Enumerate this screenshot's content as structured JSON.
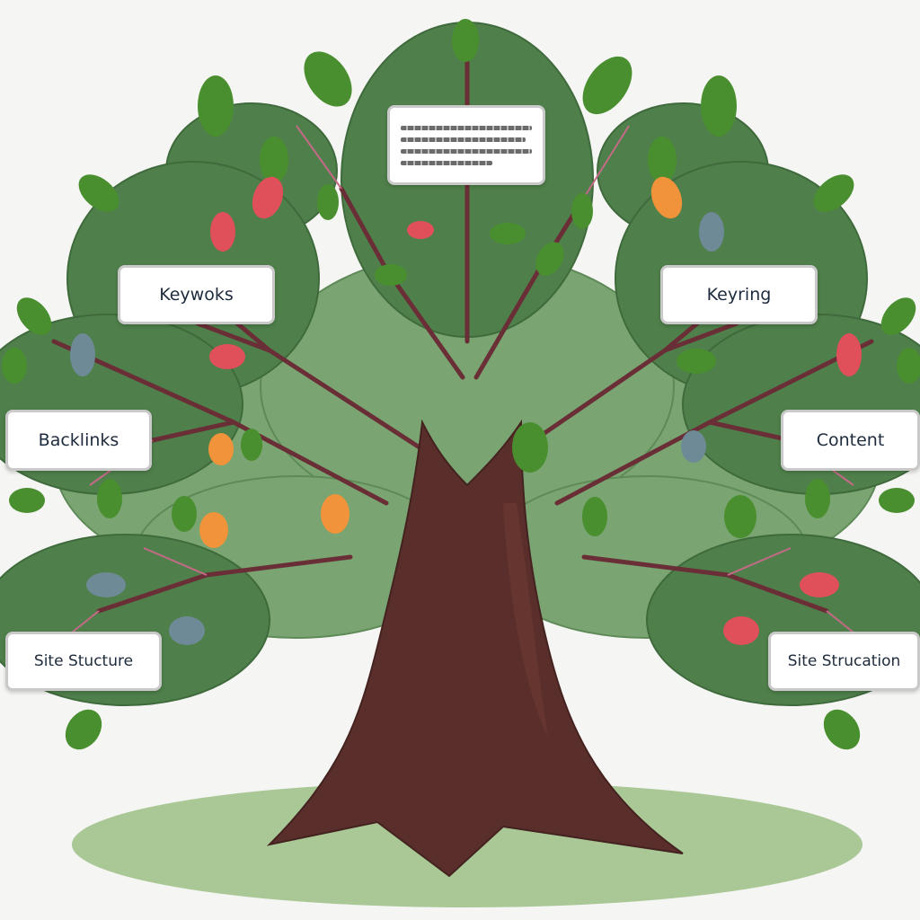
{
  "labels": {
    "keywords_left": "Keywoks",
    "keywords_right": "Keyring",
    "backlinks": "Backlinks",
    "content": "Content",
    "site_structure_left": "Site Stucture",
    "site_structure_right": "Site Strucation"
  },
  "colors": {
    "background": "#f5f5f3",
    "foliage_dark": "#4f7f4b",
    "foliage_light": "#7aa572",
    "trunk": "#5a2f2b",
    "leaf_green": "#4a8f2f",
    "leaf_red": "#e0505a",
    "leaf_orange": "#f0933a",
    "leaf_blue": "#6d8a96",
    "ground": "#a9c896"
  },
  "icons": {
    "tree": "tree-illustration",
    "leaf": "leaf-icon"
  }
}
